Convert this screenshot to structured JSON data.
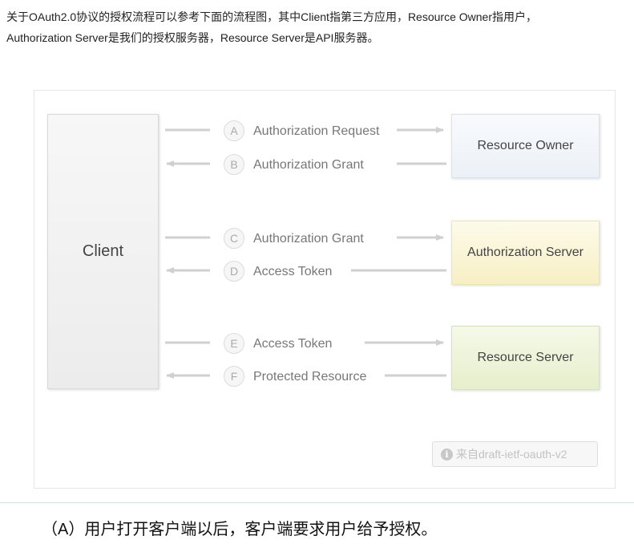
{
  "intro": {
    "line1": "关于OAuth2.0协议的授权流程可以参考下面的流程图，其中Client指第三方应用，Resource Owner指用户，",
    "line2": "Authorization Server是我们的授权服务器，Resource Server是API服务器。"
  },
  "diagram": {
    "client": "Client",
    "resource_owner": "Resource Owner",
    "authorization_server": "Authorization Server",
    "resource_server": "Resource Server",
    "steps": [
      {
        "letter": "A",
        "label": "Authorization Request",
        "direction": "to-right"
      },
      {
        "letter": "B",
        "label": "Authorization Grant",
        "direction": "to-left"
      },
      {
        "letter": "C",
        "label": "Authorization Grant",
        "direction": "to-right"
      },
      {
        "letter": "D",
        "label": "Access Token",
        "direction": "to-left"
      },
      {
        "letter": "E",
        "label": "Access Token",
        "direction": "to-right"
      },
      {
        "letter": "F",
        "label": "Protected Resource",
        "direction": "to-left"
      }
    ],
    "source": "来自draft-ietf-oauth-v2",
    "source_icon": "info-icon",
    "colors": {
      "owner_box": "#ecf1f7",
      "auth_box": "#f7efc4",
      "resource_box": "#e6efcc",
      "arrow": "#d0d0d0"
    }
  },
  "caption": "（A）用户打开客户端以后，客户端要求用户给予授权。"
}
